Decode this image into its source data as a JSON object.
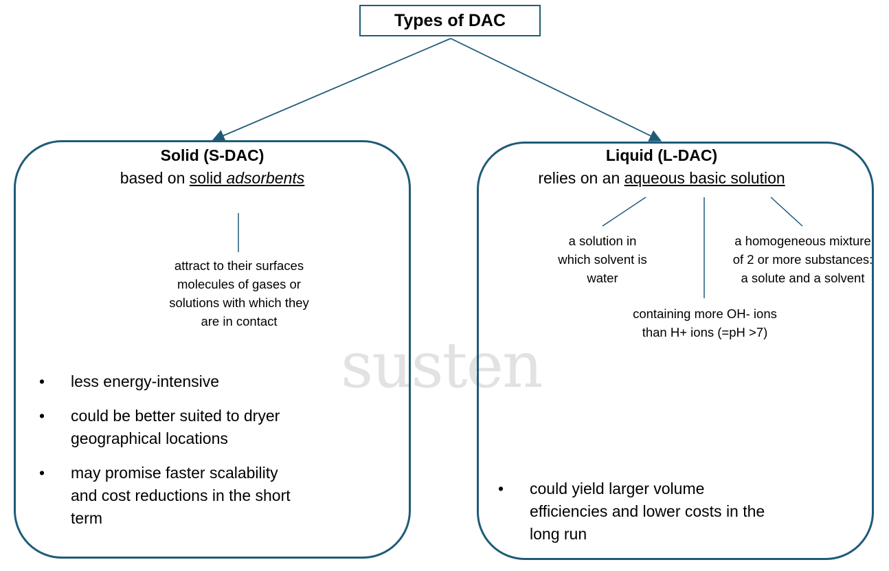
{
  "root": {
    "title": "Types of DAC"
  },
  "solid": {
    "title": "Solid (S-DAC)",
    "subtitle_prefix": "based on ",
    "subtitle_link1": "solid",
    "subtitle_link2": "adsorbents",
    "note": "attract to their surfaces molecules of gases or solutions with which they are in contact",
    "bullets": [
      "less energy-intensive",
      "could be better suited to dryer geographical locations",
      "may promise faster scalability and cost reductions in the short term"
    ]
  },
  "liquid": {
    "title": "Liquid (L-DAC)",
    "subtitle_prefix": "relies on an ",
    "subtitle_link": "aqueous basic solution",
    "notes": {
      "left": "a solution in which solvent is water",
      "middle": "containing more OH- ions than H+ ions (=pH >7)",
      "right": "a homogeneous mixture of 2 or more substances: a solute and a solvent"
    },
    "bullets": [
      "could yield larger volume efficiencies and lower costs in the long run"
    ]
  },
  "bullet_symbol": "•",
  "watermark": "susten",
  "colors": {
    "line": "#1f5b78",
    "watermark": "#d9d9d9"
  }
}
